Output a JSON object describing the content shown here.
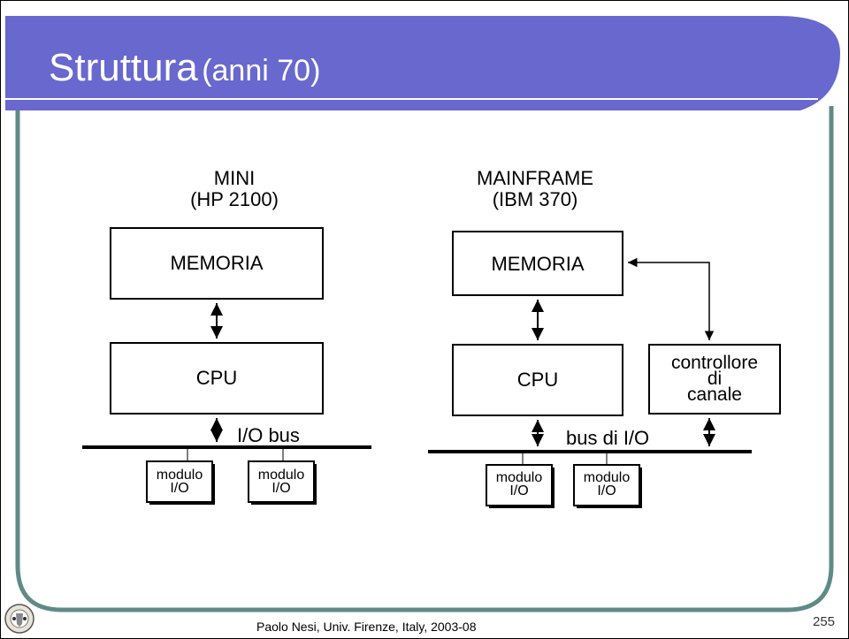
{
  "colors": {
    "title_bar": "#6868cf",
    "frame": "#5f8a87",
    "accent_line": "#ffffff"
  },
  "slide": {
    "title": "Struttura",
    "title_suffix": "(anni 70)",
    "footer": "Paolo Nesi, Univ. Firenze, Italy, 2003-08",
    "page_number": "255"
  },
  "mini": {
    "heading_line1": "MINI",
    "heading_line2": "(HP 2100)",
    "memory": "MEMORIA",
    "cpu": "CPU",
    "bus": "I/O bus",
    "modules": [
      {
        "line1": "modulo",
        "line2": "I/O"
      },
      {
        "line1": "modulo",
        "line2": "I/O"
      }
    ]
  },
  "mainframe": {
    "heading_line1": "MAINFRAME",
    "heading_line2": "(IBM 370)",
    "memory": "MEMORIA",
    "cpu": "CPU",
    "channel_line1": "controllore",
    "channel_line2": "di",
    "channel_line3": "canale",
    "bus": "bus di I/O",
    "modules": [
      {
        "line1": "modulo",
        "line2": "I/O"
      },
      {
        "line1": "modulo",
        "line2": "I/O"
      }
    ]
  },
  "logo_icon": "university-seal-icon"
}
